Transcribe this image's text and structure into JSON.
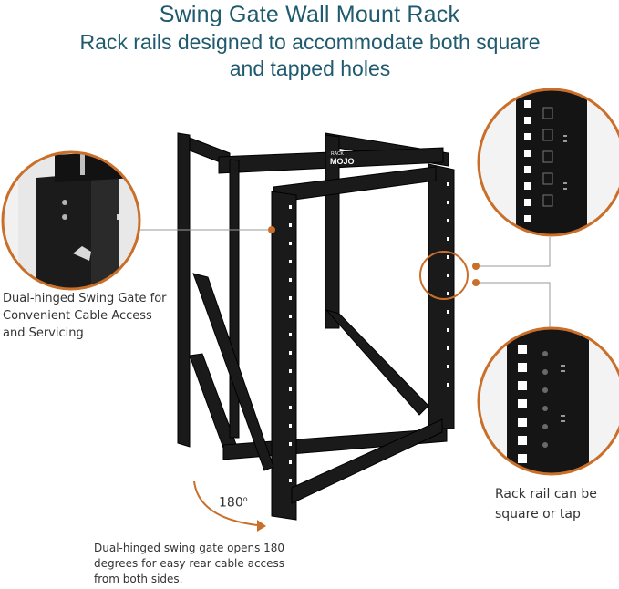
{
  "header": {
    "title": "Swing Gate Wall Mount Rack",
    "subtitle_line1": "Rack rails designed to accommodate both square",
    "subtitle_line2": "and tapped holes"
  },
  "callouts": {
    "hinge": {
      "line1": "Dual-hinged Swing Gate for",
      "line2": "Convenient Cable Access",
      "line3": "and Servicing"
    },
    "rail": {
      "line1": "Rack rail can be",
      "line2": "square or tap"
    },
    "swing": {
      "degrees": "180",
      "degree_mark": "o",
      "line1": "Dual-hinged swing gate opens 180",
      "line2": "degrees for easy rear cable access",
      "line3": "from both sides."
    }
  },
  "brand": {
    "logo": "MOJO",
    "logo_small": "RACK"
  },
  "colors": {
    "heading": "#1f5a6e",
    "accent": "#c96f2a",
    "rack": "#1a1a1a"
  }
}
